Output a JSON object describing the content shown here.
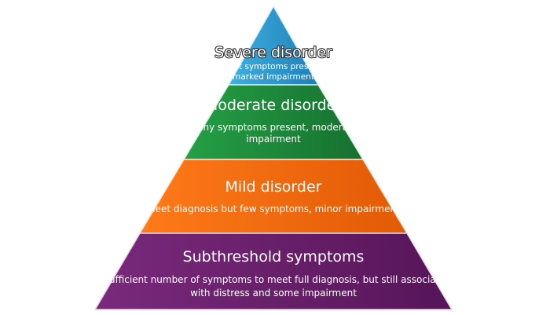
{
  "diagram": {
    "tiers": [
      {
        "id": "severe",
        "title": "Severe disorder",
        "description": [
          "Most symptoms present,",
          "marked impairment"
        ],
        "color": "#2E9AD0"
      },
      {
        "id": "moderate",
        "title": "Moderate disorder",
        "description": [
          "Many symptoms present, moderate",
          "impairment"
        ],
        "color": "#1E8A3A"
      },
      {
        "id": "mild",
        "title": "Mild disorder",
        "description": [
          "Meet diagnosis but few symptoms, minor impairment"
        ],
        "color": "#F26B0F"
      },
      {
        "id": "subthreshold",
        "title": "Subthreshold symptoms",
        "description": [
          "Insufficient number of symptoms to meet full diagnosis, but still associated",
          "with distress and some impairment"
        ],
        "color": "#6A1F6B"
      }
    ]
  }
}
